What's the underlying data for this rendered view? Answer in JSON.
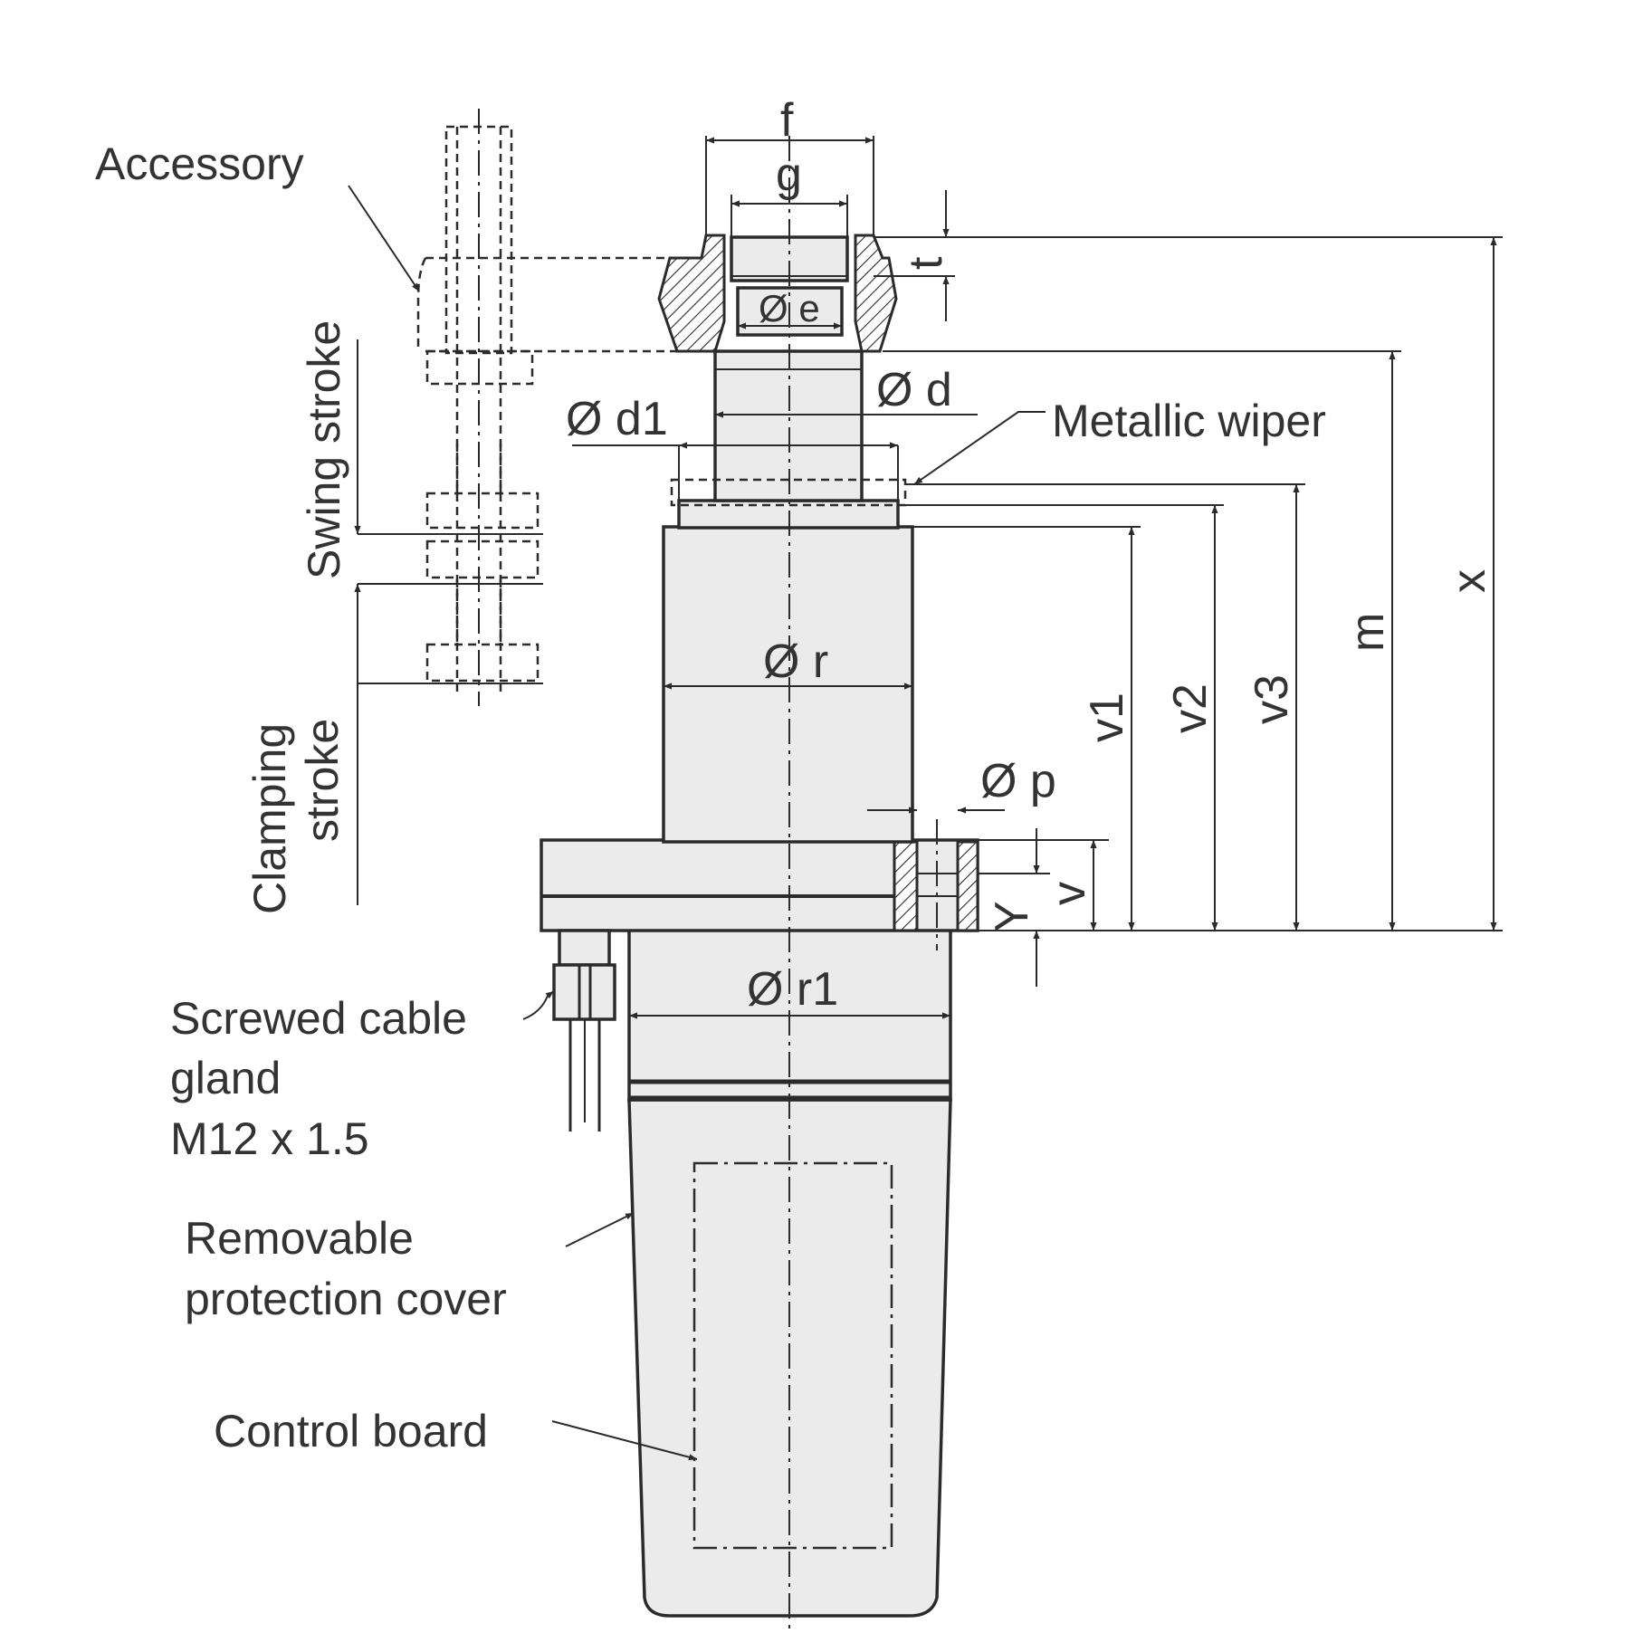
{
  "labels": {
    "accessory": "Accessory",
    "swing_stroke": "Swing stroke",
    "clamping_1": "Clamping",
    "clamping_2": "stroke",
    "metallic_wiper": "Metallic wiper",
    "cable_1": "Screwed cable",
    "cable_2": "gland",
    "cable_3": "M12 x 1.5",
    "cover_1": "Removable",
    "cover_2": "protection cover",
    "control_board": "Control board"
  },
  "dimensions": {
    "f": "f",
    "g": "g",
    "t": "t",
    "e": "Ø e",
    "d": "Ø d",
    "d1": "Ø d1",
    "r": "Ø r",
    "r1": "Ø r1",
    "p": "Ø p",
    "y": "Y",
    "v": "v",
    "v1": "v1",
    "v2": "v2",
    "v3": "v3",
    "m": "m",
    "x": "x"
  },
  "colors": {
    "line": "#2b2b2b",
    "body_fill": "#ebebeb",
    "text": "#333333"
  }
}
